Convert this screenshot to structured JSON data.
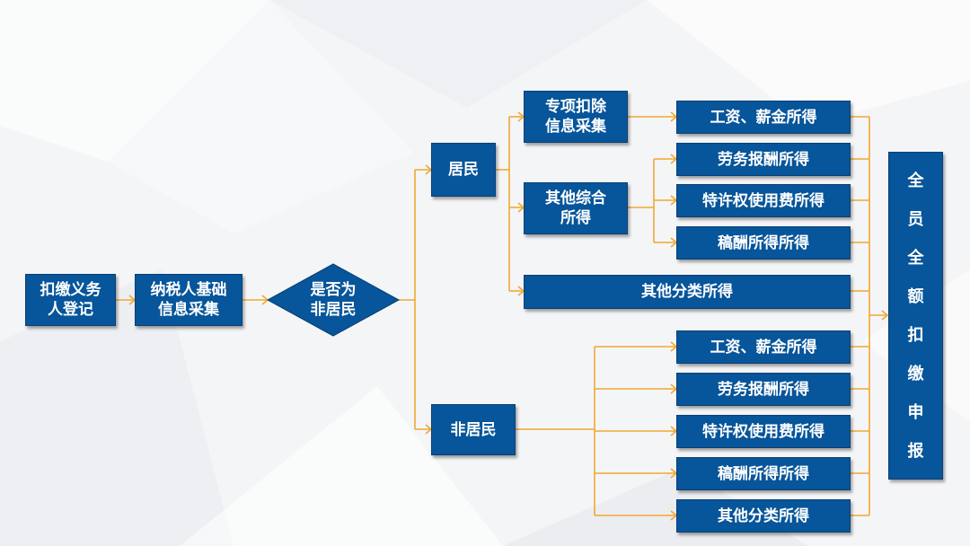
{
  "colors": {
    "box_fill": "#07559a",
    "connector": "#f0a830",
    "text": "#ffffff"
  },
  "nodes": {
    "register": "扣缴义务\n人登记",
    "basic_info": "纳税人基础\n信息采集",
    "decision": "是否为\n非居民",
    "resident": "居民",
    "nonresident": "非居民",
    "special_deduction": "专项扣除\n信息采集",
    "other_comprehensive": "其他综合\n所得",
    "r_wages": "工资、薪金所得",
    "r_labor": "劳务报酬所得",
    "r_royalty": "特许权使用费所得",
    "r_manuscript": "稿酬所得所得",
    "r_other_classified": "其他分类所得",
    "n_wages": "工资、薪金所得",
    "n_labor": "劳务报酬所得",
    "n_royalty": "特许权使用费所得",
    "n_manuscript": "稿酬所得所得",
    "n_other_classified": "其他分类所得",
    "final_declaration": [
      "全",
      "员",
      "全",
      "额",
      "扣",
      "缴",
      "申",
      "报"
    ]
  }
}
